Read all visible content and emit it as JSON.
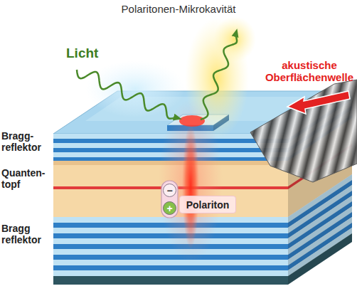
{
  "diagram": {
    "title": "Polaritonen-Mikrokavität",
    "nodes": [
      {
        "text": [
          "−"
        ]
      },
      {
        "text": [
          "Polariton"
        ]
      },
      {
        "text": [
          "+"
        ]
      }
    ],
    "labels": [
      "Licht",
      "akustische Oberflächenwelle",
      "Bragg- reflektor",
      "Quanten- topf",
      "Bragg reflektor"
    ]
  }
}
